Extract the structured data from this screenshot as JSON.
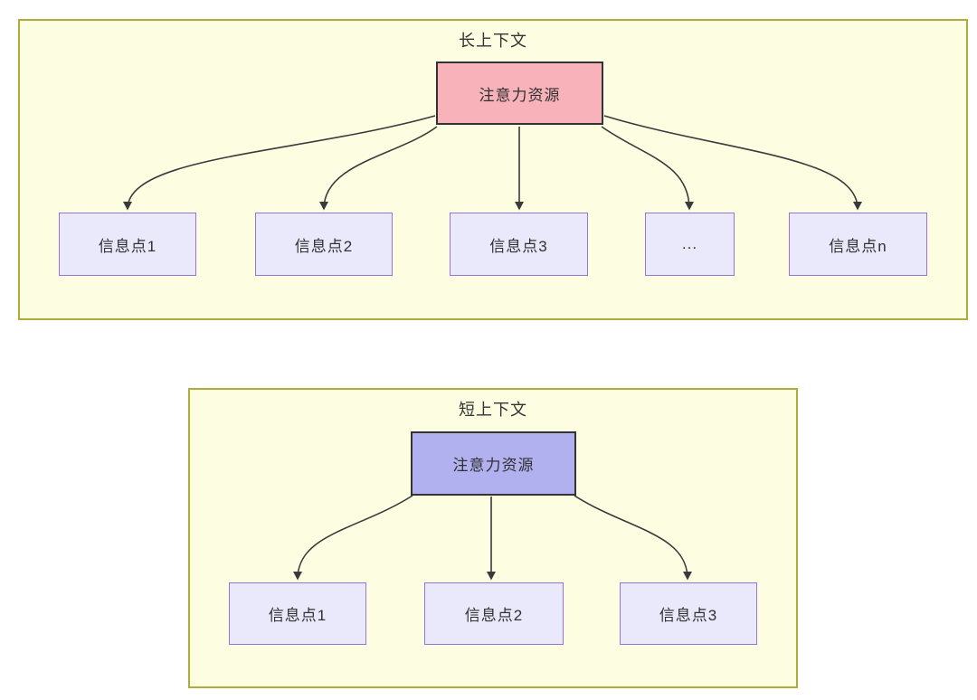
{
  "long_context": {
    "title": "长上下文",
    "attention_label": "注意力资源",
    "nodes": [
      "信息点1",
      "信息点2",
      "信息点3",
      "...",
      "信息点n"
    ]
  },
  "short_context": {
    "title": "短上下文",
    "attention_label": "注意力资源",
    "nodes": [
      "信息点1",
      "信息点2",
      "信息点3"
    ]
  },
  "colors": {
    "page_background": "#ffffff",
    "panel_background": "#fdfde1",
    "panel_border": "#adad3b",
    "attention_long_fill": "#f8b2ba",
    "attention_short_fill": "#b1b1f0",
    "attention_border": "#333333",
    "info_node_fill": "#e9e9fb",
    "info_node_border": "#9673d9",
    "arrow": "#3a3a3a",
    "text": "#333333"
  }
}
